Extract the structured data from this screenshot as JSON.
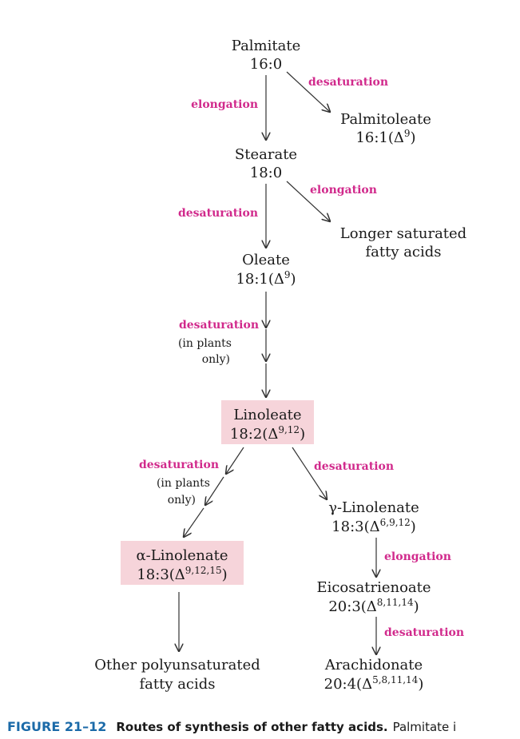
{
  "nodes": {
    "palmitate": {
      "name": "Palmitate",
      "formula": "16:0"
    },
    "palmitoleate": {
      "name": "Palmitoleate",
      "formula_base": "16:1(Δ",
      "formula_sup": "9",
      "formula_end": ")"
    },
    "stearate": {
      "name": "Stearate",
      "formula": "18:0"
    },
    "longer_saturated": {
      "line1": "Longer saturated",
      "line2": "fatty acids"
    },
    "oleate": {
      "name": "Oleate",
      "formula_base": "18:1(Δ",
      "formula_sup": "9",
      "formula_end": ")"
    },
    "linoleate": {
      "name": "Linoleate",
      "formula_base": "18:2(Δ",
      "formula_sup": "9,12",
      "formula_end": ")"
    },
    "alpha_linolenate": {
      "name": "α-Linolenate",
      "formula_base": "18:3(Δ",
      "formula_sup": "9,12,15",
      "formula_end": ")"
    },
    "gamma_linolenate": {
      "name": "γ-Linolenate",
      "formula_base": "18:3(Δ",
      "formula_sup": "6,9,12",
      "formula_end": ")"
    },
    "eicosatrienoate": {
      "name": "Eicosatrienoate",
      "formula_base": "20:3(Δ",
      "formula_sup": "8,11,14",
      "formula_end": ")"
    },
    "arachidonate": {
      "name": "Arachidonate",
      "formula_base": "20:4(Δ",
      "formula_sup": "5,8,11,14",
      "formula_end": ")"
    },
    "other_polyunsaturated": {
      "line1": "Other polyunsaturated",
      "line2": "fatty acids"
    }
  },
  "edge_labels": {
    "desaturation": "desaturation",
    "elongation": "elongation"
  },
  "notes": {
    "plants_only_line1": "(in plants",
    "plants_only_line2": "only)"
  },
  "colors": {
    "label": "#d12a8c",
    "highlight": "#f6d4da",
    "caption_head": "#1b6aa8"
  },
  "caption": {
    "figure": "FIGURE 21–12",
    "title": "Routes of synthesis of other fatty acids.",
    "text": "Palmitate i"
  }
}
